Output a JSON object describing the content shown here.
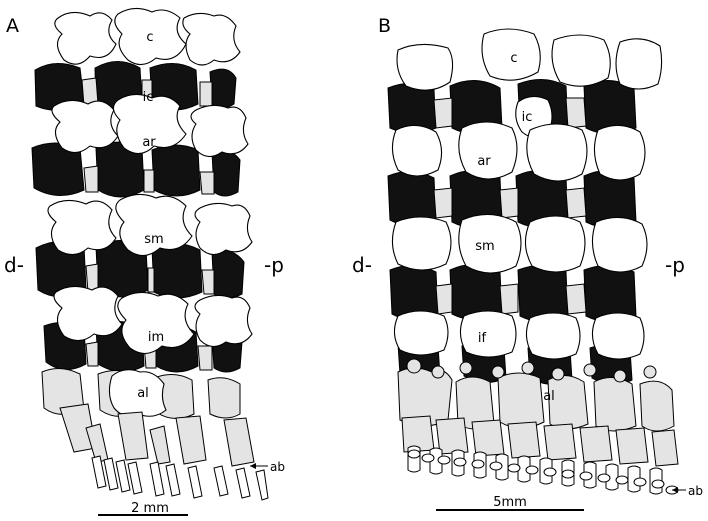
{
  "figure": {
    "panels": [
      {
        "id": "A",
        "letter": "A",
        "plate_labels": [
          "c",
          "ic",
          "ar",
          "sm",
          "im",
          "al"
        ],
        "edge_left": "d-",
        "edge_right": "-p",
        "spine_label": "ab",
        "scale_bar": "2 mm"
      },
      {
        "id": "B",
        "letter": "B",
        "plate_labels": [
          "c",
          "ic",
          "ar",
          "sm",
          "if",
          "al"
        ],
        "edge_left": "d-",
        "edge_right": "-p",
        "spine_label": "ab",
        "scale_bar": "5mm"
      }
    ],
    "colors": {
      "dark_plate": "#111111",
      "light_plate": "#e4e4e4",
      "white_plate": "#ffffff",
      "outline": "#000000"
    }
  }
}
